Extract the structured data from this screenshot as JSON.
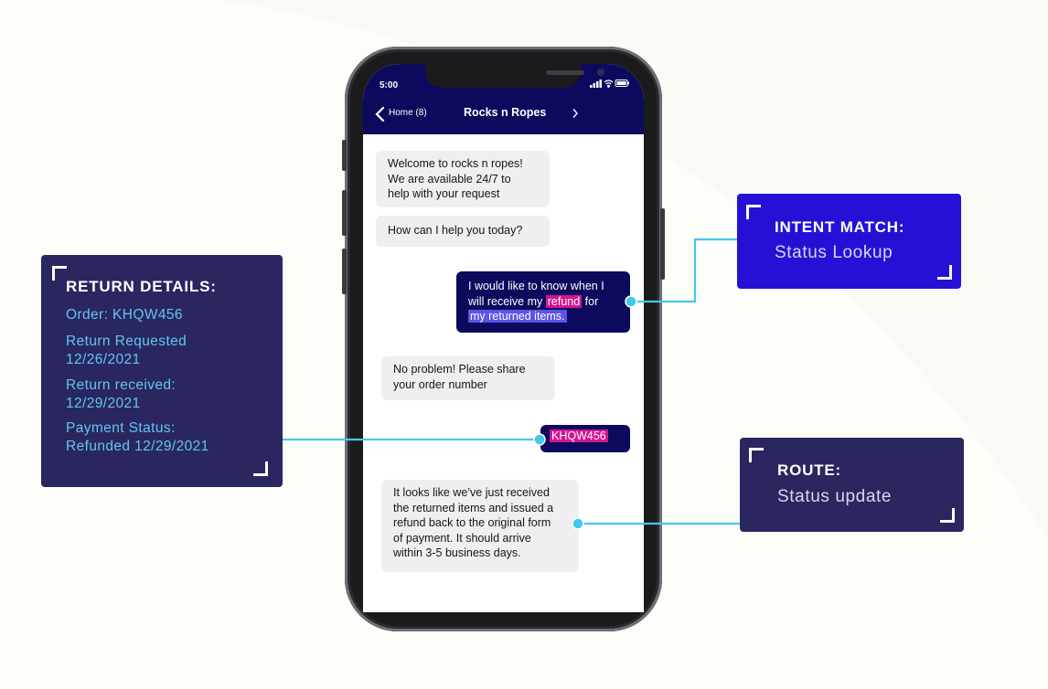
{
  "phone": {
    "time": "5:00",
    "back_label": "Home (8)",
    "title": "Rocks n Ropes",
    "icons": {
      "back": "chevron-left-icon",
      "forward": "chevron-right-icon",
      "signal": "signal-icon",
      "wifi": "wifi-icon",
      "battery": "battery-icon"
    }
  },
  "chat": {
    "bot1_line1": "Welcome to rocks n ropes!",
    "bot1_line2": "We are available 24/7 to",
    "bot1_line3": "help with your request",
    "bot2": "How can I help you today?",
    "user1_line1": "I would like to know when I",
    "user1_pre": "will receive my ",
    "user1_hl1": "refund",
    "user1_post": " for",
    "user1_hl2": "my returned items.",
    "bot3_line1": "No problem! Please share",
    "bot3_line2": "your order number",
    "user2": "KHQW456",
    "bot4_line1": "It looks like we’ve just received",
    "bot4_line2": "the returned items and issued a",
    "bot4_line3": "refund back to the original form",
    "bot4_line4": "of payment. It should arrive",
    "bot4_line5": "within 3-5 business days."
  },
  "return_card": {
    "title": "RETURN DETAILS:",
    "order": "Order: KHQW456",
    "requested_label": "Return Requested",
    "requested_date": "12/26/2021",
    "received_label": "Return received:",
    "received_date": "12/29/2021",
    "payment_label": "Payment Status:",
    "payment_value": "Refunded 12/29/2021"
  },
  "intent_card": {
    "title": "INTENT MATCH:",
    "value": "Status Lookup"
  },
  "route_card": {
    "title": "ROUTE:",
    "value": "Status update"
  },
  "colors": {
    "header_navy": "#0d0a5e",
    "highlight_pink": "#d3158f",
    "highlight_blue": "#5b54e8",
    "connector_cyan": "#45c8ec",
    "card_navy": "#2a2660",
    "card_blue": "#2710d6"
  }
}
